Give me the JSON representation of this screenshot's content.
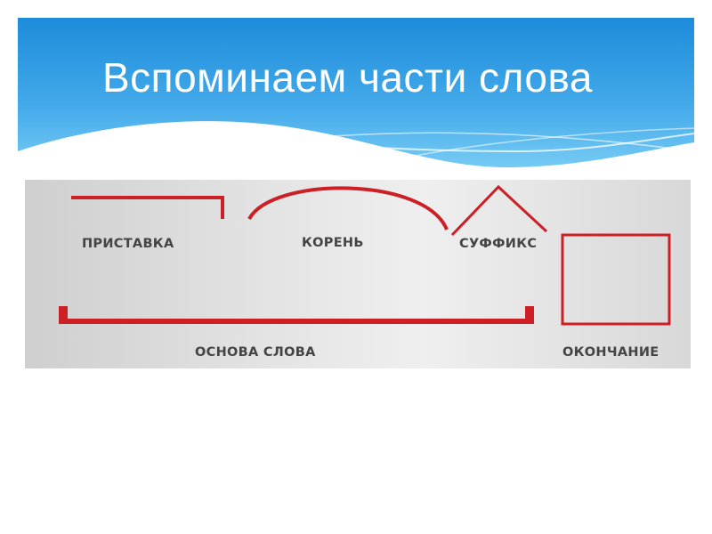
{
  "slide": {
    "title": "Вспоминаем части слова"
  },
  "diagram": {
    "labels": {
      "prefix": "ПРИСТАВКА",
      "root": "КОРЕНЬ",
      "suffix": "СУФФИКС",
      "stem": "ОСНОВА СЛОВА",
      "ending": "ОКОНЧАНИЕ"
    },
    "mark_color": "#cc1f26"
  },
  "colors": {
    "header_top": "#1e8fdd",
    "header_bottom": "#6cc6f3",
    "title_text": "#ffffff",
    "label_text": "#444444"
  }
}
